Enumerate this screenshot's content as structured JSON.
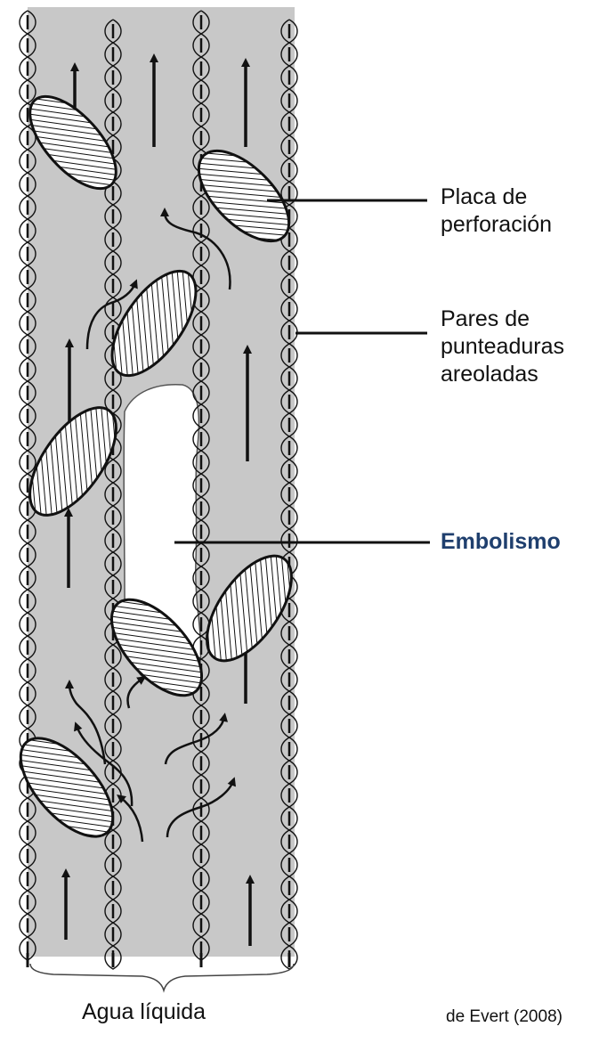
{
  "labels": {
    "perforation_plate": {
      "line1": "Placa de",
      "line2": "perforación"
    },
    "pit_pairs": {
      "line1": "Pares de",
      "line2": "punteaduras",
      "line3": "areoladas"
    },
    "embolism": "Embolismo"
  },
  "bottom_label": "Agua líquida",
  "credit": "de Evert (2008)",
  "colors": {
    "vessel_fill": "#c8c8c8",
    "embolism_fill": "#ffffff",
    "ink": "#111111",
    "embolism_label": "#1f3f6e"
  },
  "icons": [
    "arrow-icon",
    "perforation-plate-icon",
    "pit-pair-icon",
    "brace-icon"
  ]
}
